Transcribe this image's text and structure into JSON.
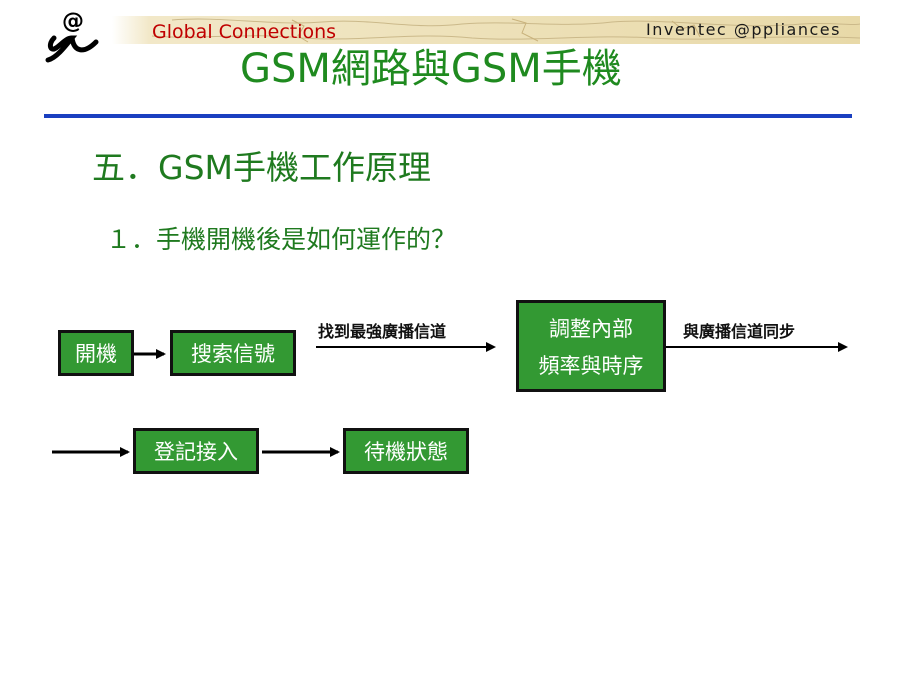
{
  "header": {
    "brand": "Global Connections",
    "company": "Inventec @ppliances"
  },
  "title": "GSM網路與GSM手機",
  "section": "五．GSM手機工作原理",
  "question": "１．手機開機後是如何運作的？",
  "flow": {
    "steps": {
      "power_on": "開機",
      "search_signal": "搜索信號",
      "adjust_line1": "調整內部",
      "adjust_line2": "頻率與時序",
      "register": "登記接入",
      "standby": "待機狀態"
    },
    "edges": {
      "find_channel": "找到最強廣播信道",
      "sync_channel": "與廣播信道同步"
    }
  },
  "colors": {
    "box_fill": "#339933",
    "title_green": "#1f8a1f",
    "rule_blue": "#1a3fc0",
    "brand_red": "#c00000"
  }
}
